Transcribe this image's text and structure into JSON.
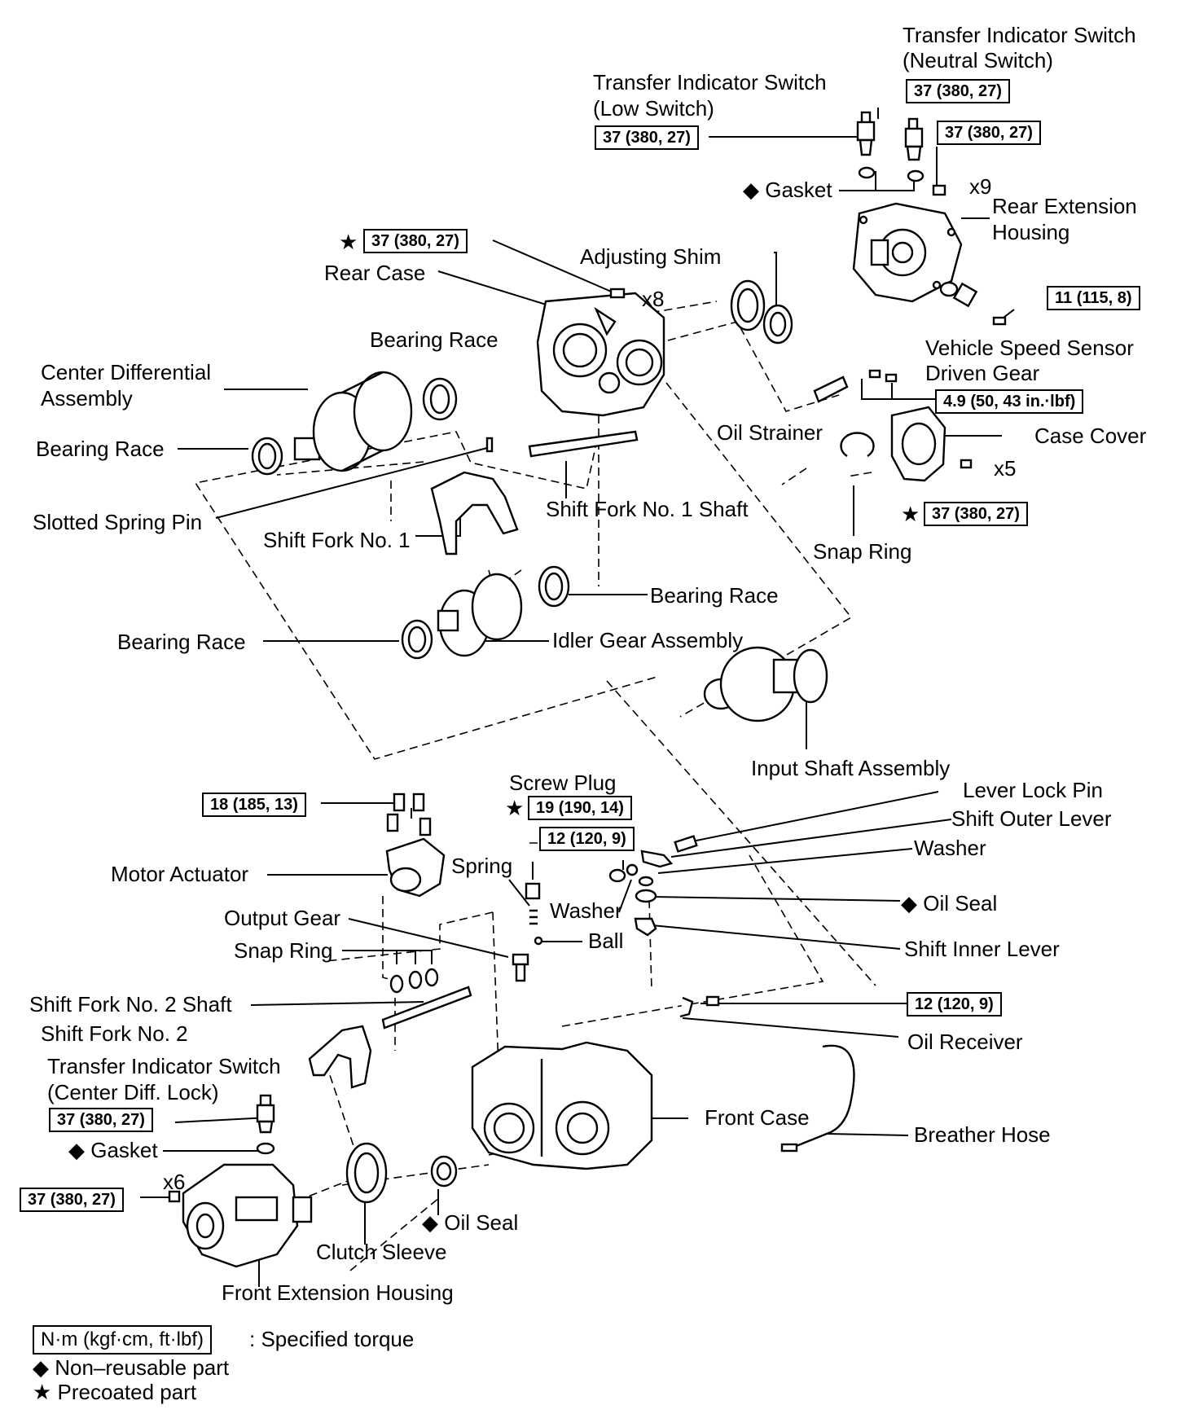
{
  "labels": {
    "tis_neutral_1": "Transfer Indicator Switch",
    "tis_neutral_2": "(Neutral Switch)",
    "tis_low_1": "Transfer Indicator Switch",
    "tis_low_2": "(Low Switch)",
    "gasket_top": "◆ Gasket",
    "x9": "x9",
    "rear_ext_1": "Rear Extension",
    "rear_ext_2": "Housing",
    "adjusting_shim": "Adjusting Shim",
    "rear_case": "Rear Case",
    "x8": "x8",
    "bearing_race_1": "Bearing Race",
    "center_diff_1": "Center Differential",
    "center_diff_2": "Assembly",
    "bearing_race_2": "Bearing Race",
    "vss_1": "Vehicle Speed Sensor",
    "vss_2": "Driven Gear",
    "oil_strainer": "Oil Strainer",
    "case_cover": "Case Cover",
    "x5": "x5",
    "slotted_pin": "Slotted Spring Pin",
    "shift_fork1": "Shift Fork No. 1",
    "shift_fork1_shaft": "Shift Fork No. 1 Shaft",
    "snap_ring_1": "Snap Ring",
    "bearing_race_3": "Bearing Race",
    "bearing_race_4": "Bearing Race",
    "idler_gear": "Idler Gear Assembly",
    "input_shaft": "Input Shaft Assembly",
    "screw_plug": "Screw Plug",
    "lever_lock_pin": "Lever Lock Pin",
    "shift_outer_lever": "Shift Outer Lever",
    "washer_1": "Washer",
    "motor_actuator": "Motor Actuator",
    "spring": "Spring",
    "washer_2": "Washer",
    "oil_seal_1": "◆ Oil Seal",
    "output_gear": "Output Gear",
    "ball": "Ball",
    "shift_inner_lever": "Shift Inner Lever",
    "snap_ring_2": "Snap Ring",
    "shift_fork2_shaft": "Shift Fork No. 2 Shaft",
    "shift_fork2": "Shift Fork No. 2",
    "oil_receiver": "Oil Receiver",
    "tis_cdl_1": "Transfer Indicator Switch",
    "tis_cdl_2": "(Center Diff. Lock)",
    "front_case": "Front Case",
    "breather_hose": "Breather Hose",
    "gasket_bottom": "◆ Gasket",
    "x6": "x6",
    "oil_seal_2": "◆ Oil Seal",
    "clutch_sleeve": "Clutch Sleeve",
    "front_ext": "Front Extension Housing"
  },
  "torques": {
    "t_neutral": "37 (380, 27)",
    "t_low": "37 (380, 27)",
    "t_rear_ext": "37 (380, 27)",
    "t_rear_case": "37 (380, 27)",
    "t_vss": "11 (115, 8)",
    "t_strainer": "4.9 (50, 43 in.·lbf)",
    "t_case_cover": "37 (380, 27)",
    "t_motor": "18 (185, 13)",
    "t_screw_plug": "19 (190, 14)",
    "t_lever": "12 (120, 9)",
    "t_oil_receiver": "12 (120, 9)",
    "t_cdl": "37 (380, 27)",
    "t_front_ext": "37 (380, 27)"
  },
  "legend": {
    "torque_box": "N·m (kgf·cm, ft·lbf)",
    "torque_text": ": Specified torque",
    "non_reusable": "◆ Non–reusable part",
    "precoated": "★ Precoated part"
  },
  "symbols": {
    "star": "★"
  }
}
